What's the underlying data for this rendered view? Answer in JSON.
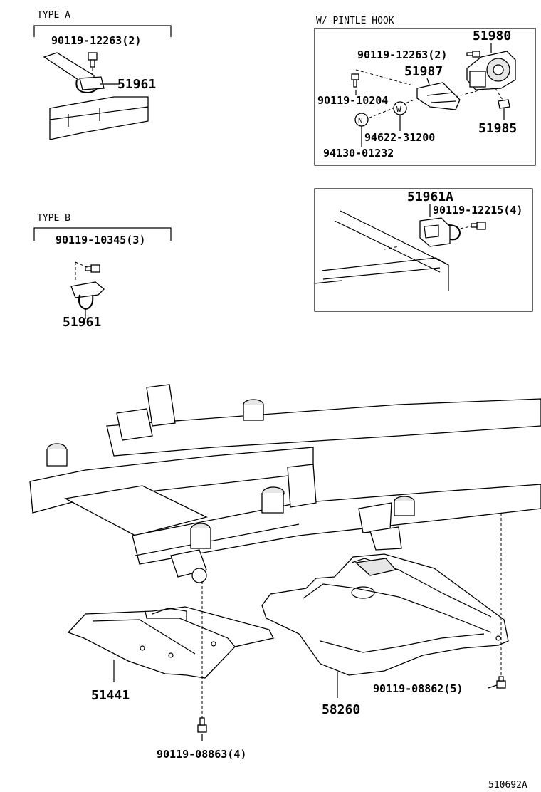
{
  "type_a": {
    "title": "TYPE A",
    "bolt_label": "90119-12263(2)",
    "part_label": "51961"
  },
  "type_b": {
    "title": "TYPE B",
    "bolt_label": "90119-10345(3)",
    "part_label": "51961"
  },
  "pintle": {
    "title": "W/ PINTLE HOOK",
    "label_51980": "51980",
    "label_bolt1": "90119-12263(2)",
    "label_51987": "51987",
    "label_bolt2": "90119-10204",
    "label_nut_w": "W",
    "label_nut_n": "N",
    "label_washer": "94622-31200",
    "label_51985": "51985",
    "label_nut": "94130-01232"
  },
  "hook_box": {
    "part_label": "51961A",
    "bolt_label": "90119-12215(4)"
  },
  "main": {
    "label_51441": "51441",
    "label_58260": "58260",
    "label_bolt_right": "90119-08862(5)",
    "label_bolt_bottom": "90119-08863(4)"
  },
  "figure_id": "510692A"
}
